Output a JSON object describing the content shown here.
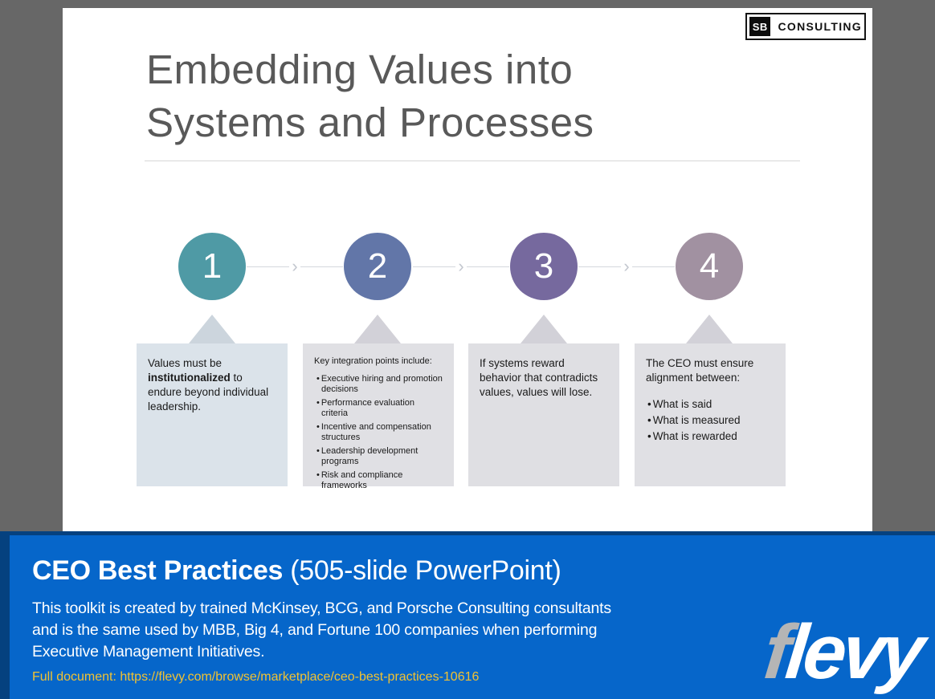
{
  "slide": {
    "title_line1": "Embedding Values into",
    "title_line2": "Systems and Processes",
    "logo": {
      "initials": "SB",
      "name": "CONSULTING"
    },
    "steps": [
      {
        "number": "1",
        "circle_color": "#4F9AA5",
        "box_bg": "#DBE3EA",
        "pointer_color": "#CCD5DD",
        "text_pre": "Values must be ",
        "text_bold": "institutionalized",
        "text_post": " to endure beyond individual leadership."
      },
      {
        "number": "2",
        "circle_color": "#6276A8",
        "box_bg": "#E0E0E4",
        "pointer_color": "#D2D1D8",
        "header": "Key integration points include:",
        "bullets": [
          "Executive hiring and promotion decisions",
          "Performance evaluation criteria",
          "Incentive and compensation structures",
          "Leadership development programs",
          "Risk and compliance frameworks"
        ]
      },
      {
        "number": "3",
        "circle_color": "#76699E",
        "box_bg": "#DFDFE3",
        "pointer_color": "#D2D1D8",
        "text": "If systems reward behavior that contradicts values, values will lose."
      },
      {
        "number": "4",
        "circle_color": "#A191A1",
        "box_bg": "#E0E0E4",
        "pointer_color": "#D2D1D8",
        "header": "The CEO must ensure alignment between:",
        "bullets": [
          "What is said",
          "What is measured",
          "What is rewarded"
        ]
      }
    ]
  },
  "banner": {
    "title_bold": "CEO Best Practices",
    "title_rest": " (505-slide PowerPoint)",
    "description_lines": [
      "This toolkit is created by trained McKinsey, BCG, and Porsche Consulting consultants",
      "and is the same used by MBB, Big 4, and Fortune 100 companies when performing",
      "Executive Management Initiatives."
    ],
    "link_text": "Full document: https://flevy.com/browse/marketplace/ceo-best-practices-10616",
    "logo": {
      "f": "f",
      "rest": "levy"
    },
    "colors": {
      "panel": "#0666CA",
      "frame": "#05417F",
      "link": "#F1C232",
      "logo_f": "#B5B5B5"
    }
  }
}
